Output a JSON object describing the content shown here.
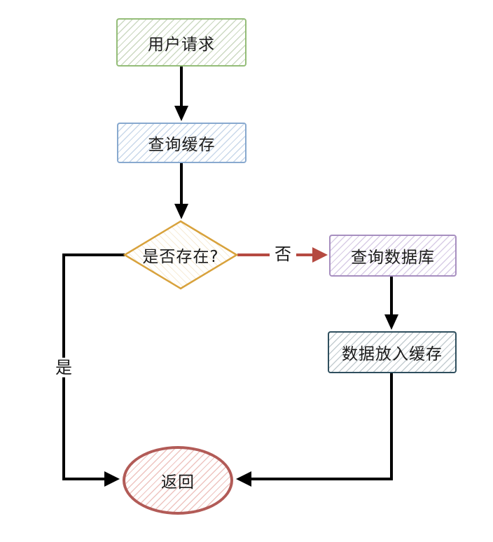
{
  "flowchart": {
    "nodes": [
      {
        "id": "user-request",
        "shape": "rectangle",
        "label": "用户请求",
        "border_color": "#94bd78",
        "hatch_color": "#ccd9c2"
      },
      {
        "id": "query-cache",
        "shape": "rectangle",
        "label": "查询缓存",
        "border_color": "#88a9cf",
        "hatch_color": "#c9d8ea"
      },
      {
        "id": "exists-decision",
        "shape": "diamond",
        "label": "是否存在?",
        "border_color": "#d8a23c",
        "hatch_color": "#f2dfbc"
      },
      {
        "id": "query-database",
        "shape": "rectangle",
        "label": "查询数据库",
        "border_color": "#a78fc0",
        "hatch_color": "#d8cce6"
      },
      {
        "id": "data-into-cache",
        "shape": "rectangle",
        "label": "数据放入缓存",
        "border_color": "#2f4f5e",
        "hatch_color": "#c3ccd0"
      },
      {
        "id": "return",
        "shape": "ellipse",
        "label": "返回",
        "border_color": "#b25b57",
        "hatch_color": "#eec4c0"
      }
    ],
    "edges": [
      {
        "from": "user-request",
        "to": "query-cache",
        "label": "",
        "color": "#000000"
      },
      {
        "from": "query-cache",
        "to": "exists-decision",
        "label": "",
        "color": "#000000"
      },
      {
        "from": "exists-decision",
        "to": "query-database",
        "label": "否",
        "color": "#b54a41"
      },
      {
        "from": "query-database",
        "to": "data-into-cache",
        "label": "",
        "color": "#000000"
      },
      {
        "from": "data-into-cache",
        "to": "return",
        "label": "",
        "color": "#000000"
      },
      {
        "from": "exists-decision",
        "to": "return",
        "label": "是",
        "color": "#000000"
      }
    ]
  }
}
